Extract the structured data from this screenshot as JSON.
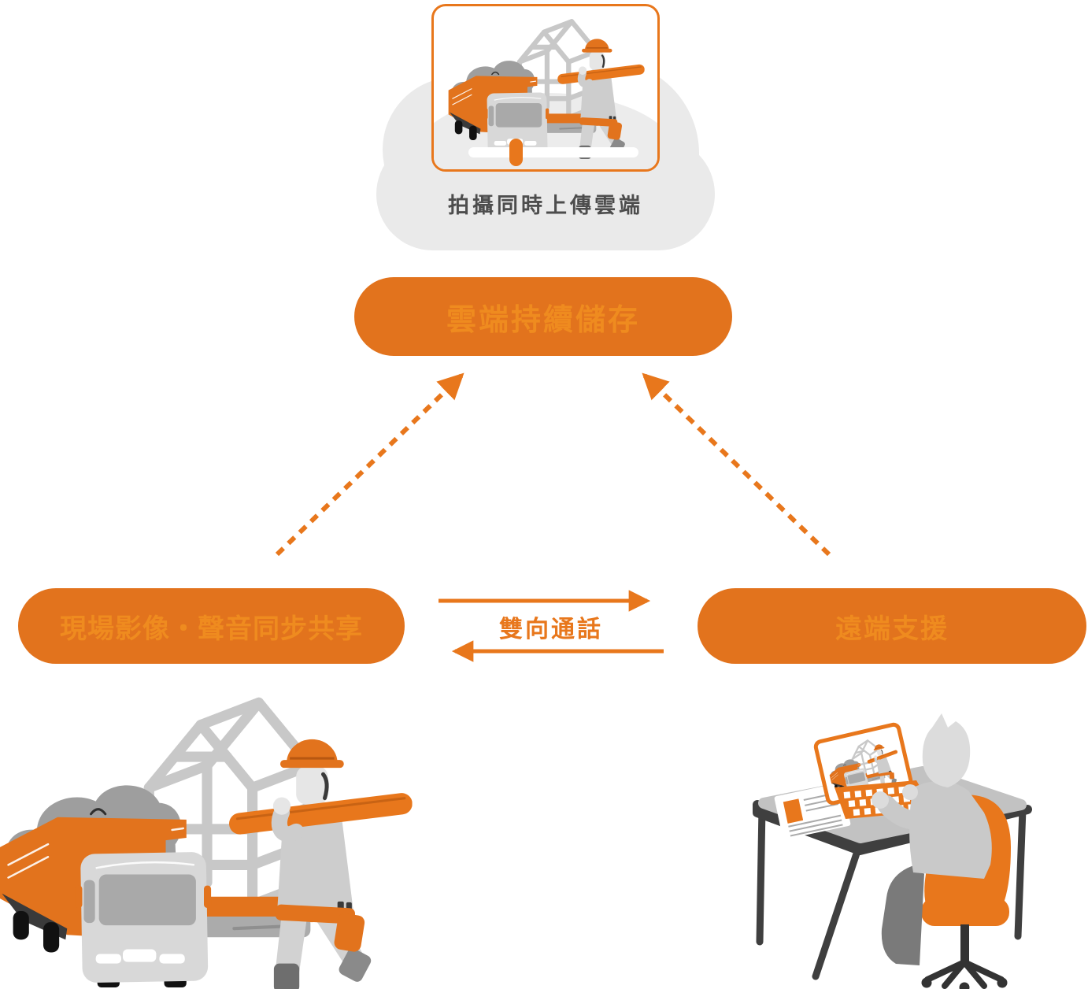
{
  "cloud": {
    "caption": "拍攝同時上傳雲端"
  },
  "pills": {
    "cloud_storage": "雲端持續儲存",
    "onsite_sharing": "現場影像・聲音同步共享",
    "remote_support": "遠端支援"
  },
  "connector": {
    "two_way_label": "雙向通話"
  },
  "colors": {
    "orange": "#E2731D",
    "orange_bright": "#E8771C",
    "pill_text_orange": "#EF8B1F",
    "cloud_gray": "#EAEAEA",
    "caption_gray": "#4D4D4D",
    "illustration_gray": "#C8C8C8"
  },
  "illustrations": {
    "video_player": "construction-site video uploading",
    "site": "worker carrying pipe beside truck and house frame",
    "office": "remote supporter watching site video on laptop at desk"
  }
}
